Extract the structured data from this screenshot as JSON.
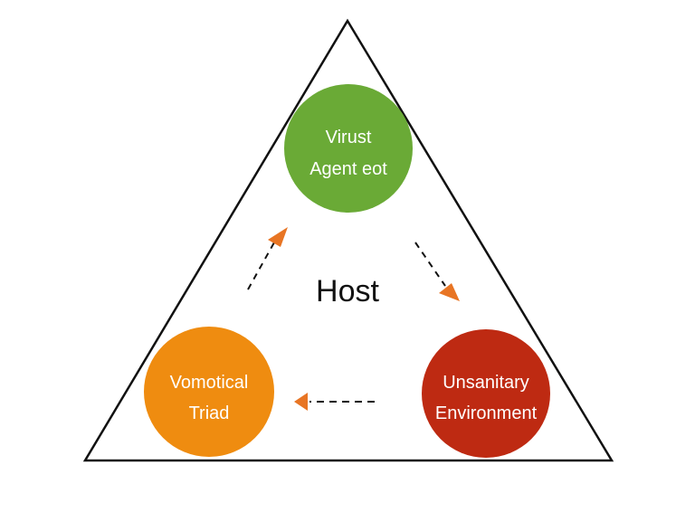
{
  "diagram": {
    "center_label": "Host",
    "nodes": [
      {
        "id": "top",
        "lines": [
          "Virust",
          "Agent eot"
        ],
        "color": "#6aaa36"
      },
      {
        "id": "right",
        "lines": [
          "Unsanitary",
          "Environment"
        ],
        "color": "#be2a12"
      },
      {
        "id": "left",
        "lines": [
          "Vomotical",
          "Triad"
        ],
        "color": "#ef8c10"
      }
    ],
    "arrow_color": "#e87524",
    "line_color": "#111111",
    "background": "#ffffff"
  }
}
